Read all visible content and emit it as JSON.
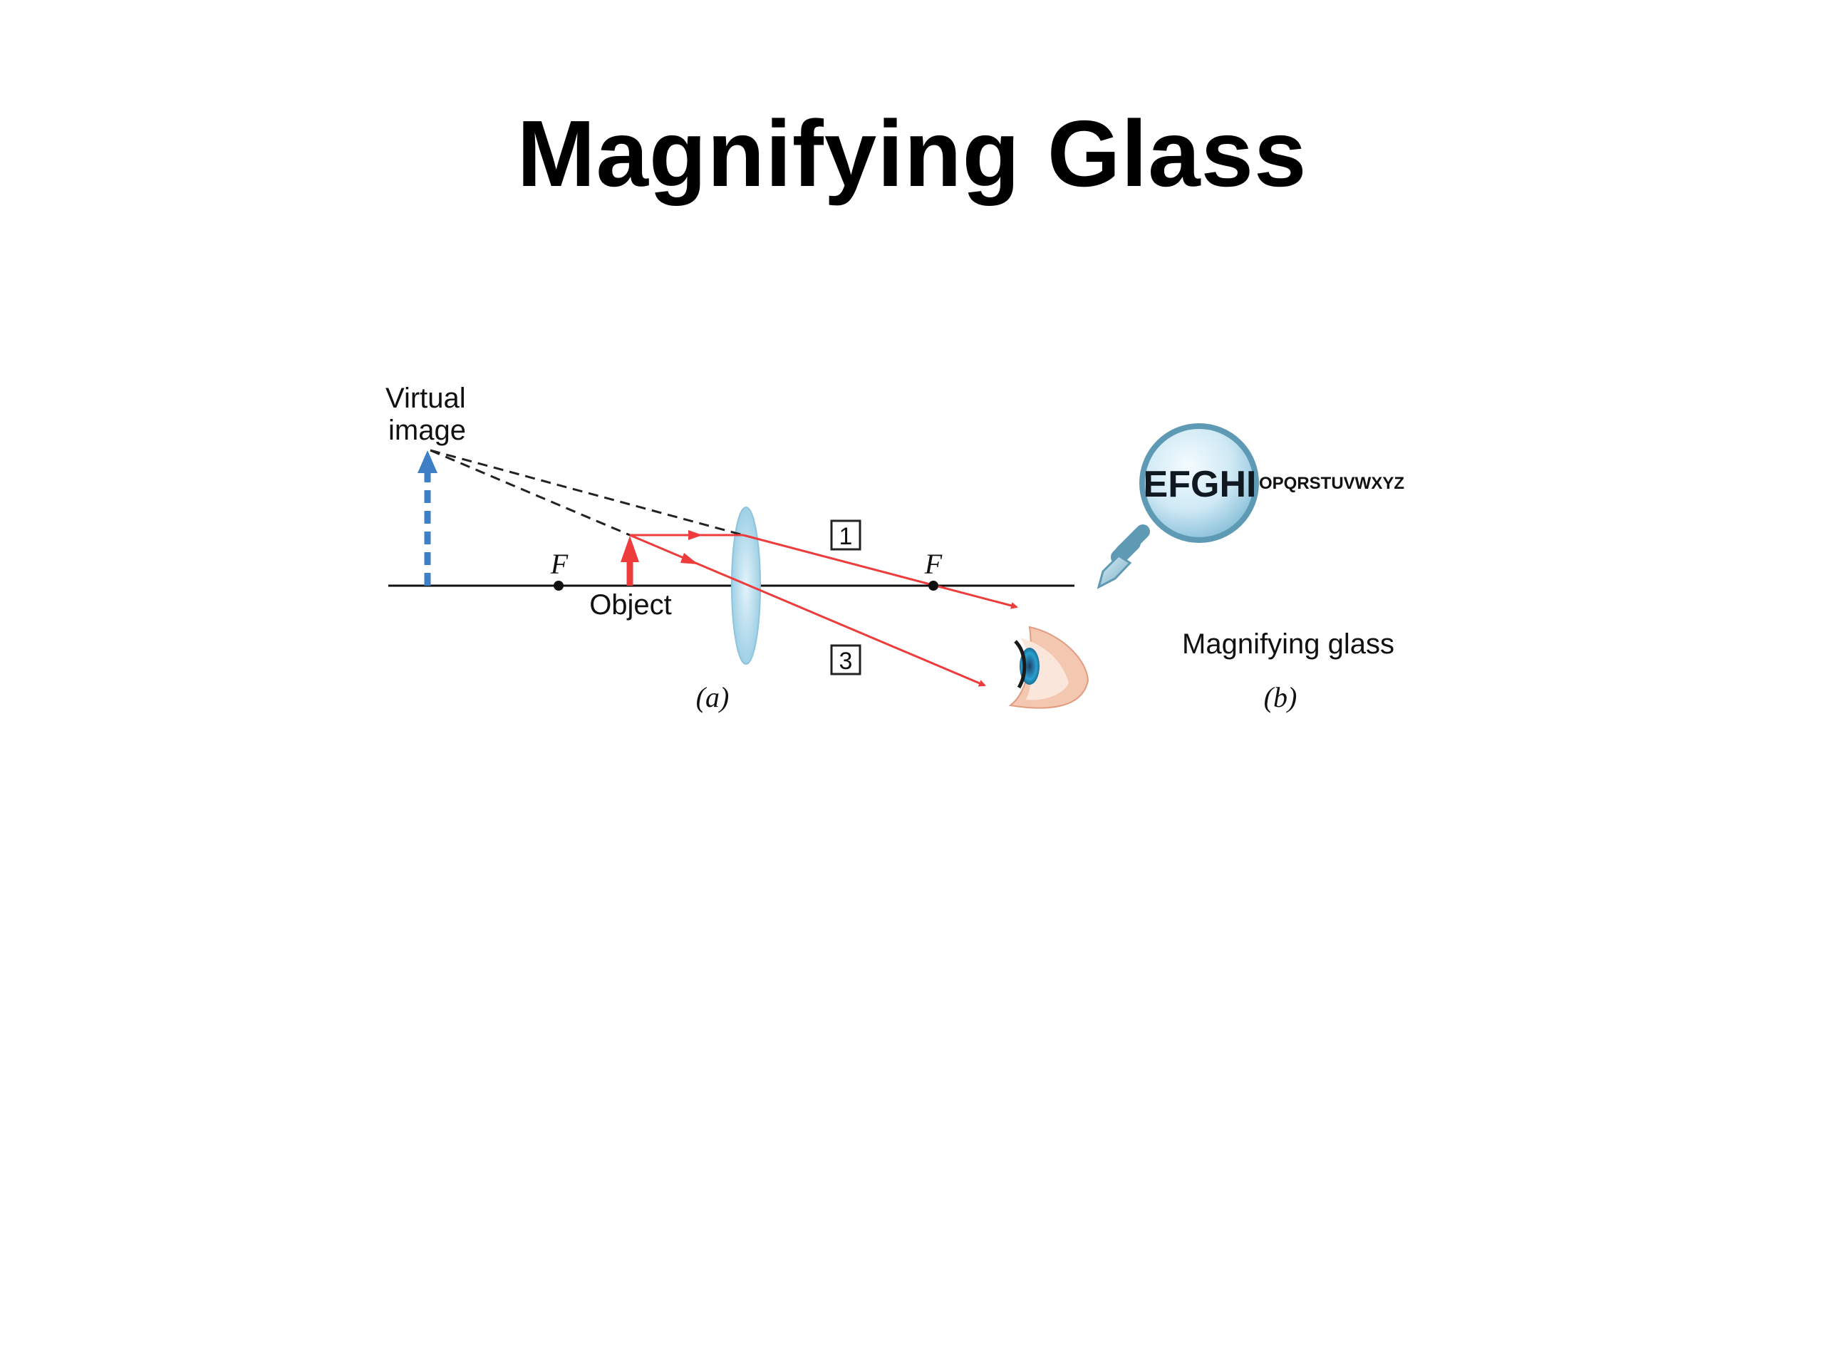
{
  "slide": {
    "title": "Magnifying Glass"
  },
  "panel_a": {
    "virtual_image_line1": "Virtual",
    "virtual_image_line2": "image",
    "focal_left": "F",
    "focal_right": "F",
    "object_label": "Object",
    "ray_1_label": "1",
    "ray_3_label": "3",
    "caption": "(a)"
  },
  "panel_b": {
    "magnified_text": "EFGHI",
    "small_text": "OPQRSTUVWXYZ",
    "label": "Magnifying glass",
    "caption": "(b)"
  },
  "colors": {
    "ray": "#ee3b3b",
    "virtual_image": "#3f7fc6",
    "lens": "#a9d6ea",
    "construction_line": "#222222",
    "axis": "#111111",
    "glass_rim": "#5f9ab5"
  }
}
